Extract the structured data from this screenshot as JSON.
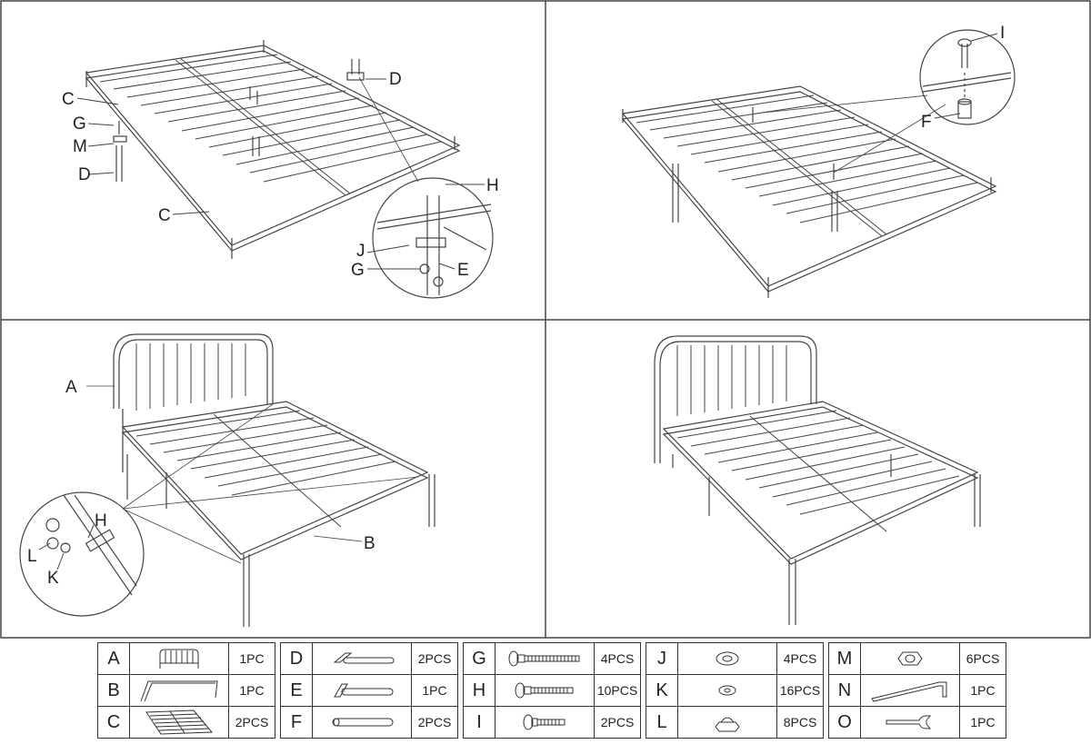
{
  "panels": {
    "step1": {
      "labels": [
        "C",
        "G",
        "M",
        "D",
        "D",
        "C",
        "H",
        "J",
        "G",
        "E"
      ]
    },
    "step2": {
      "labels": [
        "I",
        "F"
      ]
    },
    "step3": {
      "labels": [
        "A",
        "H",
        "L",
        "K",
        "B"
      ]
    },
    "step4": {
      "labels": []
    }
  },
  "parts": [
    [
      {
        "letter": "A",
        "icon": "headboard-icon",
        "qty": "1PC"
      },
      {
        "letter": "D",
        "icon": "side-rail-bracket-icon",
        "qty": "2PCS"
      },
      {
        "letter": "G",
        "icon": "long-bolt-icon",
        "qty": "4PCS"
      },
      {
        "letter": "J",
        "icon": "flat-washer-icon",
        "qty": "4PCS"
      },
      {
        "letter": "M",
        "icon": "hex-nut-icon",
        "qty": "6PCS"
      }
    ],
    [
      {
        "letter": "B",
        "icon": "footboard-icon",
        "qty": "1PC"
      },
      {
        "letter": "E",
        "icon": "slat-bracket-icon",
        "qty": "1PC"
      },
      {
        "letter": "H",
        "icon": "medium-bolt-icon",
        "qty": "10PCS"
      },
      {
        "letter": "K",
        "icon": "small-washer-icon",
        "qty": "16PCS"
      },
      {
        "letter": "N",
        "icon": "allen-key-icon",
        "qty": "1PC"
      }
    ],
    [
      {
        "letter": "C",
        "icon": "slat-frame-icon",
        "qty": "2PCS"
      },
      {
        "letter": "F",
        "icon": "support-leg-icon",
        "qty": "2PCS"
      },
      {
        "letter": "I",
        "icon": "short-bolt-icon",
        "qty": "2PCS"
      },
      {
        "letter": "L",
        "icon": "cap-nut-icon",
        "qty": "8PCS"
      },
      {
        "letter": "O",
        "icon": "wrench-icon",
        "qty": "1PC"
      }
    ]
  ]
}
